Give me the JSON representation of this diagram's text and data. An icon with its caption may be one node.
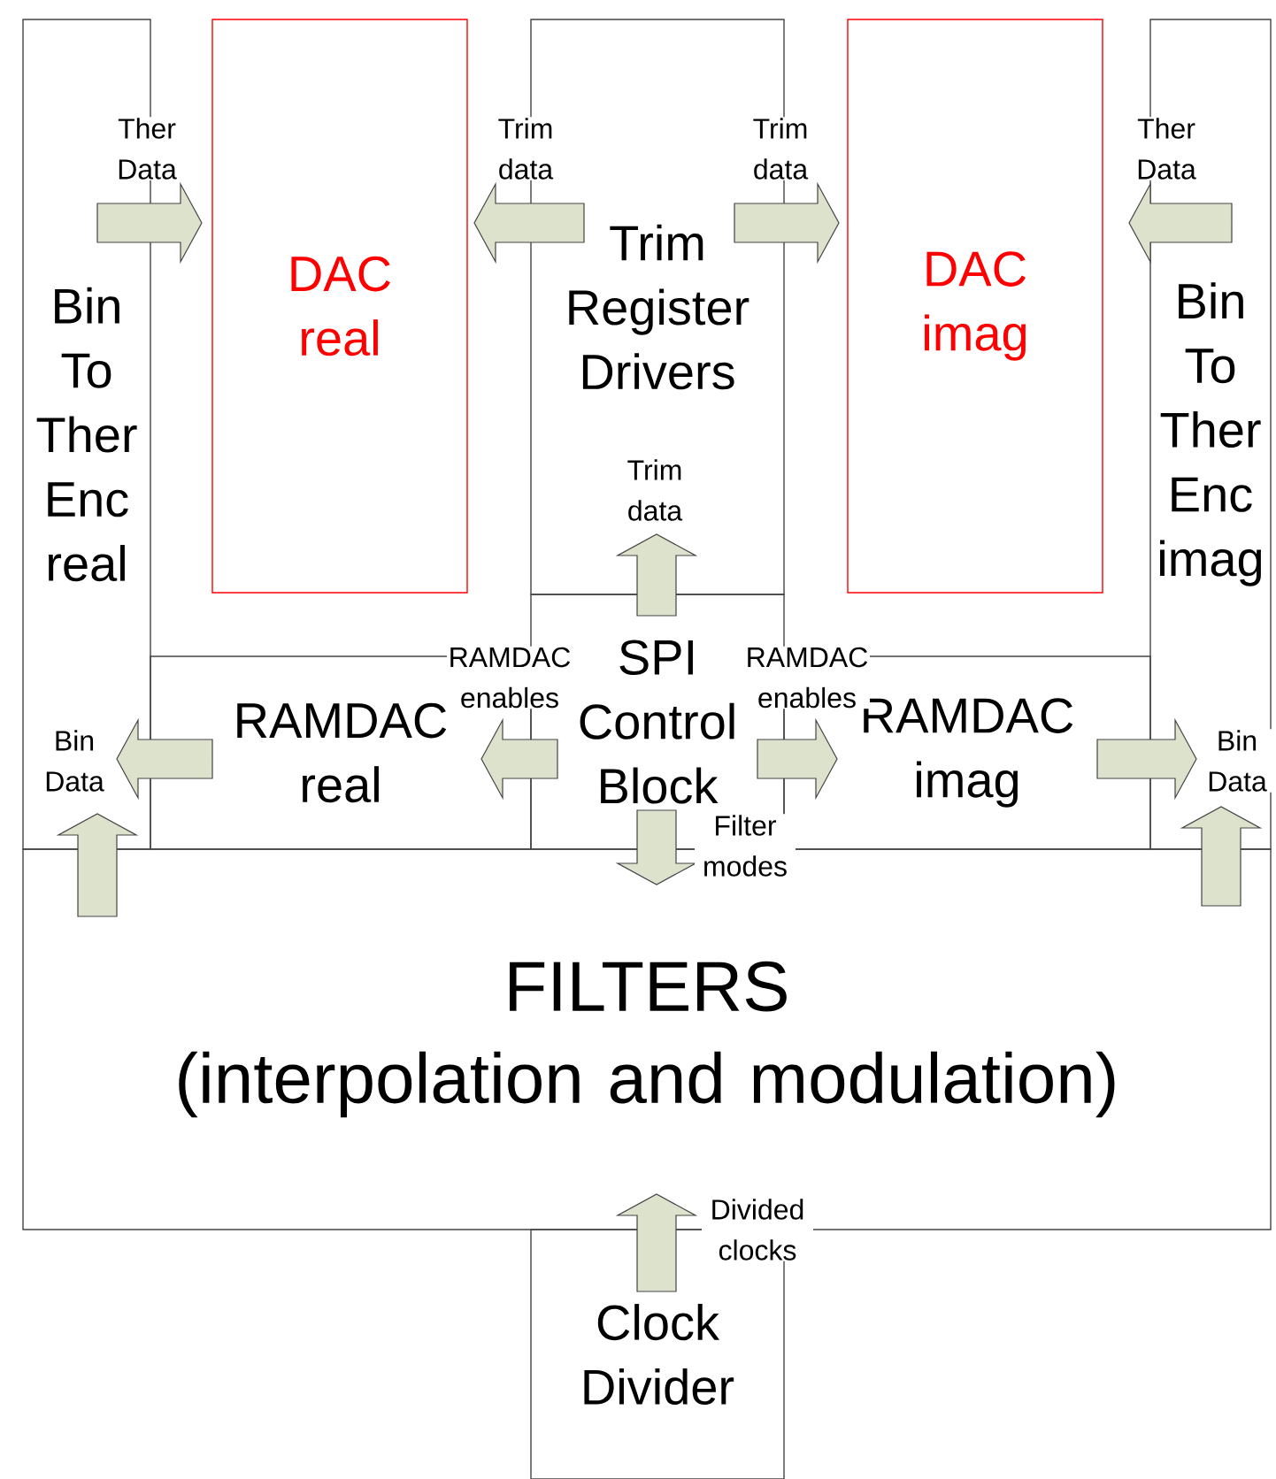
{
  "diagram": {
    "nodes": [
      {
        "text": [
          "Bin To Ther Enc real"
        ]
      },
      {
        "text": [
          "DAC real"
        ]
      },
      {
        "text": [
          "Trim Register Drivers"
        ]
      },
      {
        "text": [
          "DAC imag"
        ]
      },
      {
        "text": [
          "Bin To Ther Enc imag"
        ]
      },
      {
        "text": [
          "RAMDAC real"
        ]
      },
      {
        "text": [
          "SPI Control Block"
        ]
      },
      {
        "text": [
          "RAMDAC imag"
        ]
      },
      {
        "text": [
          "FILTERS",
          "(interpolation and modulation)"
        ]
      },
      {
        "text": [
          "Clock Divider"
        ]
      }
    ],
    "edges": [
      {
        "from": 0,
        "to": 1,
        "arrow": "to",
        "label": "Ther Data"
      },
      {
        "from": 2,
        "to": 1,
        "arrow": "to",
        "label": "Trim data"
      },
      {
        "from": 2,
        "to": 3,
        "arrow": "to",
        "label": "Trim data"
      },
      {
        "from": 4,
        "to": 3,
        "arrow": "to",
        "label": "Ther Data"
      },
      {
        "from": 6,
        "to": 2,
        "arrow": "to",
        "label": "Trim data"
      },
      {
        "from": 6,
        "to": 5,
        "arrow": "to",
        "label": "RAMDAC enables"
      },
      {
        "from": 6,
        "to": 7,
        "arrow": "to",
        "label": "RAMDAC enables"
      },
      {
        "from": 5,
        "to": 0,
        "arrow": "to",
        "label": "Bin Data"
      },
      {
        "from": 7,
        "to": 4,
        "arrow": "to",
        "label": "Bin Data"
      },
      {
        "from": 8,
        "to": 0,
        "arrow": "to"
      },
      {
        "from": 8,
        "to": 4,
        "arrow": "to"
      },
      {
        "from": 6,
        "to": 8,
        "arrow": "to",
        "label": "Filter modes"
      },
      {
        "from": 9,
        "to": 8,
        "arrow": "to",
        "label": "Divided clocks"
      }
    ]
  }
}
